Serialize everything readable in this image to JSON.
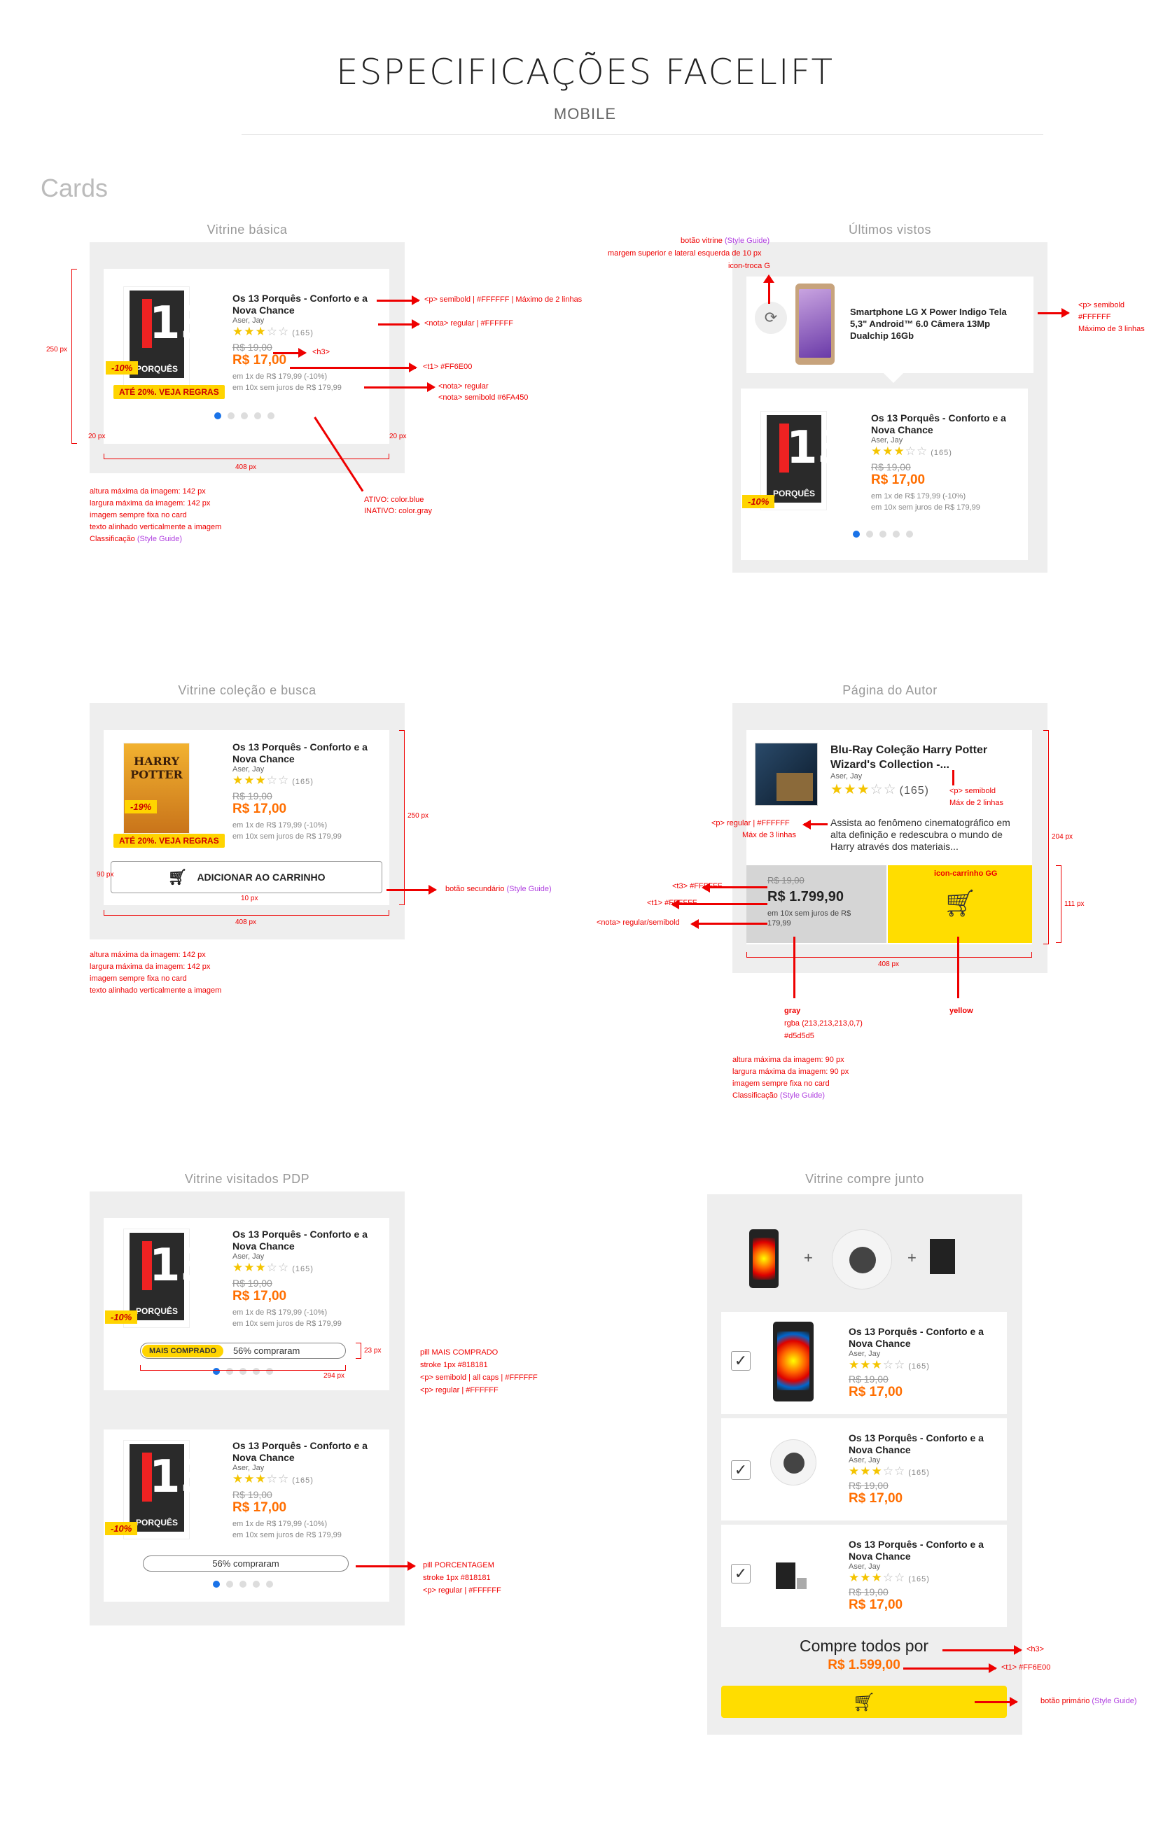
{
  "header": {
    "title": "ESPECIFICAÇÕES FACELIFT",
    "subtitle": "MOBILE",
    "section": "Cards"
  },
  "colors": {
    "accent_orange": "#FF6E00",
    "yellow": "#FFDD00",
    "blue": "#1A73E8",
    "annotation": "#E00000",
    "style_guide": "#B040E0",
    "green": "#6FA450"
  },
  "product": {
    "name": "Os 13 Porquês - Conforto e a Nova Chance",
    "author": "Aser, Jay",
    "rating_count": "(165)",
    "old_price": "R$ 19,00",
    "new_price": "R$ 17,00",
    "installment_1x": "em 1x de R$ 179,99 (-10%)",
    "installment_10x": "em 10x sem juros de R$ 179,99",
    "cover_text": "PORQUÊS",
    "discount": "-10%",
    "promo": "ATÉ 20%. VEJA REGRAS"
  },
  "sections": {
    "vitrine_basica": {
      "title": "Vitrine básica",
      "annotations": {
        "name": "<p> semibold   |   #FFFFFF   |   Máximo de 2 linhas",
        "author": "<nota> regular   |   #FFFFFF",
        "h3": "<h3>",
        "t1": "<t1>  #FF6E00",
        "nota1": "<nota> regular",
        "nota2": "<nota> semibold #6FA450",
        "dots": "ATIVO: color.blue",
        "dots2": "INATIVO: color.gray",
        "notes": [
          "altura máxima da imagem: 142 px",
          "largura máxima da imagem: 142 px",
          "imagem sempre fixa no card",
          "texto alinhado verticalmente a imagem"
        ],
        "class_prefix": "Classificação ",
        "style_guide": "(Style Guide)",
        "dim_h": "250 px",
        "dim_w": "408 px",
        "dim_l": "20 px",
        "dim_r": "20 px"
      }
    },
    "ultimos_vistos": {
      "title": "Últimos vistos",
      "phone_name": "Smartphone LG X Power Indigo Tela 5,3\" Android™ 6.0 Câmera 13Mp Dualchip 16Gb",
      "annotations": {
        "btn1": "botão vitrine ",
        "btn2": "margem superior e lateral esquerda de 10 px",
        "btn3": "icon-troca G",
        "r1": "<p> semibold",
        "r2": "#FFFFFF",
        "r3": "Máximo de 3 linhas"
      }
    },
    "colecao_busca": {
      "title": "Vitrine coleção e busca",
      "discount": "-19%",
      "add_to_cart": "ADICIONAR AO CARRINHO",
      "annotations": {
        "btn": "botão secundário ",
        "dim_h": "250 px",
        "dim_w": "408 px",
        "dim_10": "10 px",
        "dim_90": "90 px",
        "notes": [
          "altura máxima da imagem: 142 px",
          "largura máxima da imagem: 142 px",
          "imagem sempre fixa no card",
          "texto alinhado verticalmente a imagem"
        ]
      }
    },
    "autor": {
      "title": "Página do Autor",
      "name": "Blu-Ray Coleção Harry Potter Wizard's Collection -...",
      "description": "Assista ao fenômeno cinematográfico em alta definição e redescubra o mundo de Harry através dos materiais...",
      "old_price": "R$ 19,00",
      "price": "R$ 1.799,90",
      "installment": "em 10x sem juros de R$ 179,99",
      "annotations": {
        "p1": "<p> semibold",
        "p2": "Máx de 2 linhas",
        "pr1": "<p> regular   |   #FFFFFF",
        "pr2": "Máx de 3 linhas",
        "h3": "<t3>  #FFFFFF",
        "t1": "<t1>  #FFFFFF",
        "nota": "<nota> regular/semibold",
        "icon": "icon-carrinho GG",
        "gray": "gray",
        "gray_rgba": "rgba (213,213,213,0,7)",
        "gray_hex": "#d5d5d5",
        "yellow": "yellow",
        "dim_h": "204 px",
        "dim_h2": "111 px",
        "dim_w": "408 px",
        "notes": [
          "altura máxima da imagem: 90 px",
          "largura máxima da imagem: 90 px",
          "imagem sempre fixa no card",
          "Classificação "
        ]
      }
    },
    "visitados": {
      "title": "Vitrine visitados PDP",
      "mais": "MAIS COMPRADO",
      "pct": "56% compraram",
      "annotations": {
        "a1": "pill MAIS COMPRADO",
        "a2": "stroke 1px  #818181",
        "a3": "<p> semibold   |   all caps   |   #FFFFFF",
        "a4": "<p> regular   |   #FFFFFF",
        "b1": "pill PORCENTAGEM",
        "b2": "stroke 1px  #818181",
        "b3": "<p> regular   |   #FFFFFF",
        "dim_23": "23 px",
        "dim_294": "294 px"
      }
    },
    "compre_junto": {
      "title": "Vitrine compre junto",
      "buy_all": "Compre todos por",
      "total": "R$ 1.599,00",
      "annotations": {
        "h3": "<h3>",
        "t1": "<t1>  #FF6E00",
        "btn": "botão primário "
      }
    }
  }
}
